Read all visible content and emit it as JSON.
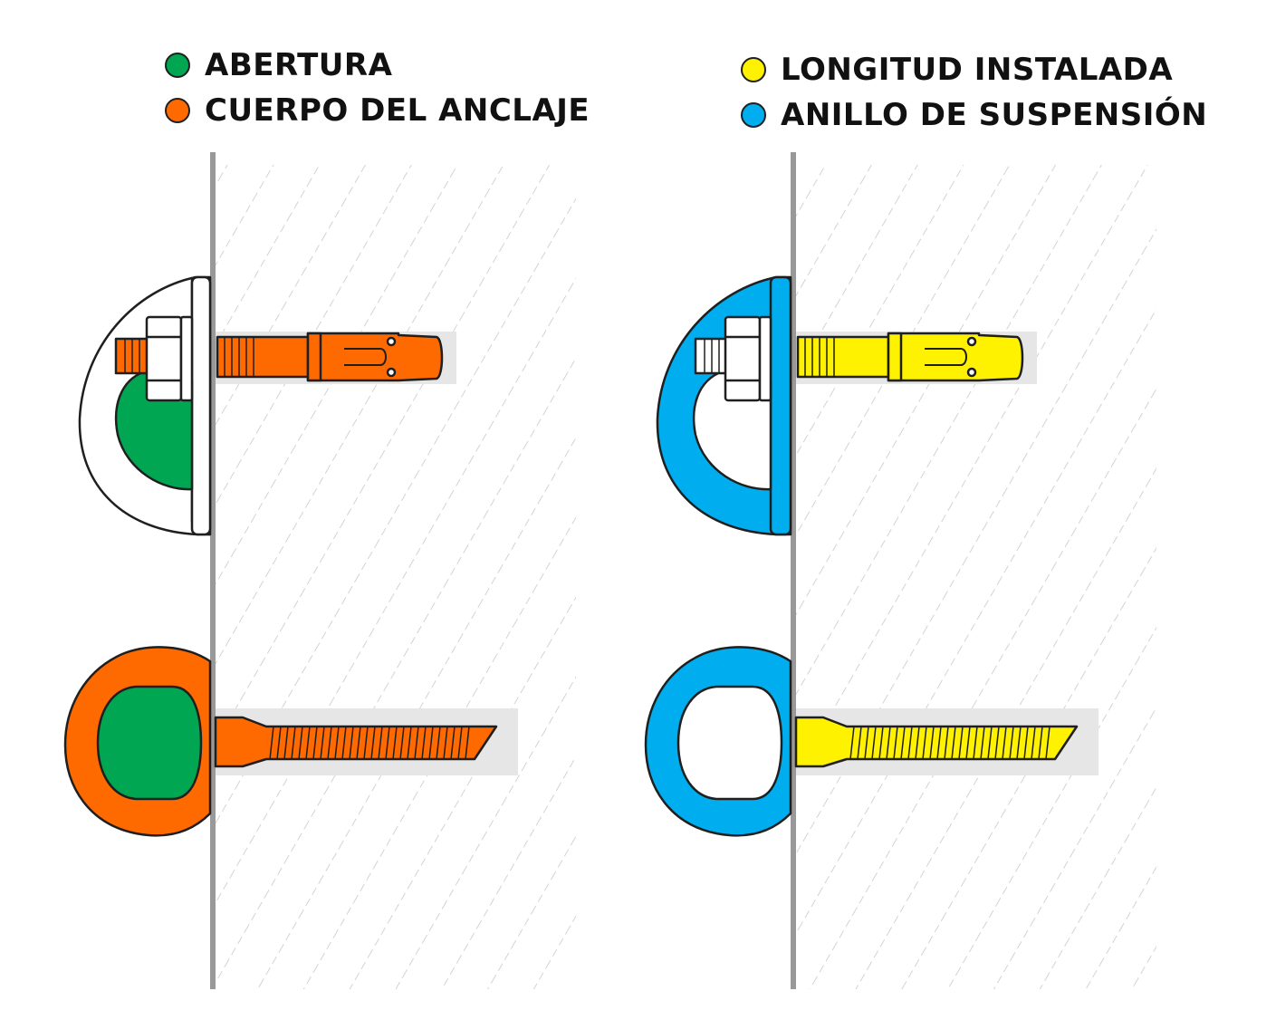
{
  "legend_left": [
    {
      "label": "ABERTURA",
      "color": "#00a651"
    },
    {
      "label": "CUERPO DEL ANCLAJE",
      "color": "#ff6a00"
    }
  ],
  "legend_right": [
    {
      "label": "LONGITUD INSTALADA",
      "color": "#fff200"
    },
    {
      "label": "ANILLO DE SUSPENSIÓN",
      "color": "#00aeef"
    }
  ],
  "colors": {
    "green": "#00a651",
    "orange": "#ff6a00",
    "yellow": "#fff200",
    "blue": "#00aeef",
    "wall": "#999999",
    "outline": "#1f1f1f"
  }
}
